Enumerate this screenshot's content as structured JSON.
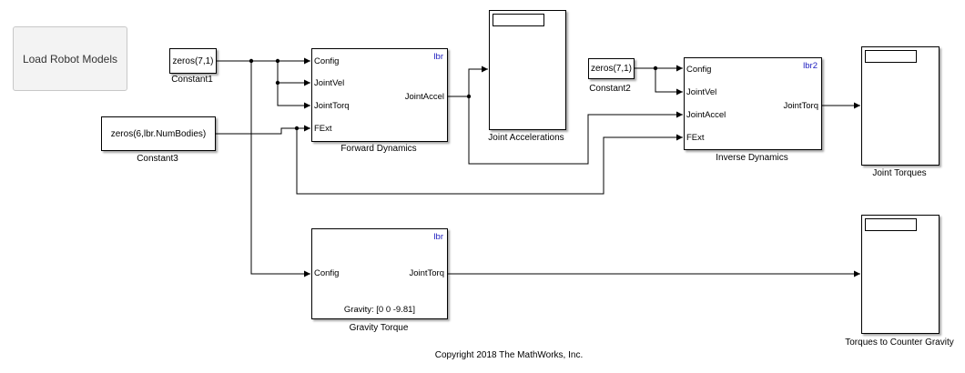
{
  "button": {
    "label": "Load Robot Models"
  },
  "blocks": {
    "constant1": {
      "value": "zeros(7,1)",
      "name": "Constant1"
    },
    "constant2": {
      "value": "zeros(7,1)",
      "name": "Constant2"
    },
    "constant3": {
      "value": "zeros(6,lbr.NumBodies)",
      "name": "Constant3"
    },
    "forward_dynamics": {
      "name": "Forward Dynamics",
      "robot": "lbr",
      "inputs": [
        "Config",
        "JointVel",
        "JointTorq",
        "FExt"
      ],
      "output": "JointAccel"
    },
    "inverse_dynamics": {
      "name": "Inverse Dynamics",
      "robot": "lbr2",
      "inputs": [
        "Config",
        "JointVel",
        "JointAccel",
        "FExt"
      ],
      "output": "JointTorq"
    },
    "gravity_torque": {
      "name": "Gravity Torque",
      "robot": "lbr",
      "inputs": [
        "Config"
      ],
      "output": "JointTorq",
      "parameter": "Gravity: [0 0 -9.81]"
    },
    "scope_joint_accelerations": {
      "name": "Joint Accelerations"
    },
    "scope_joint_torques": {
      "name": "Joint Torques"
    },
    "scope_gravity": {
      "name": "Torques to Counter Gravity"
    }
  },
  "footer": {
    "copyright": "Copyright 2018 The MathWorks, Inc."
  }
}
